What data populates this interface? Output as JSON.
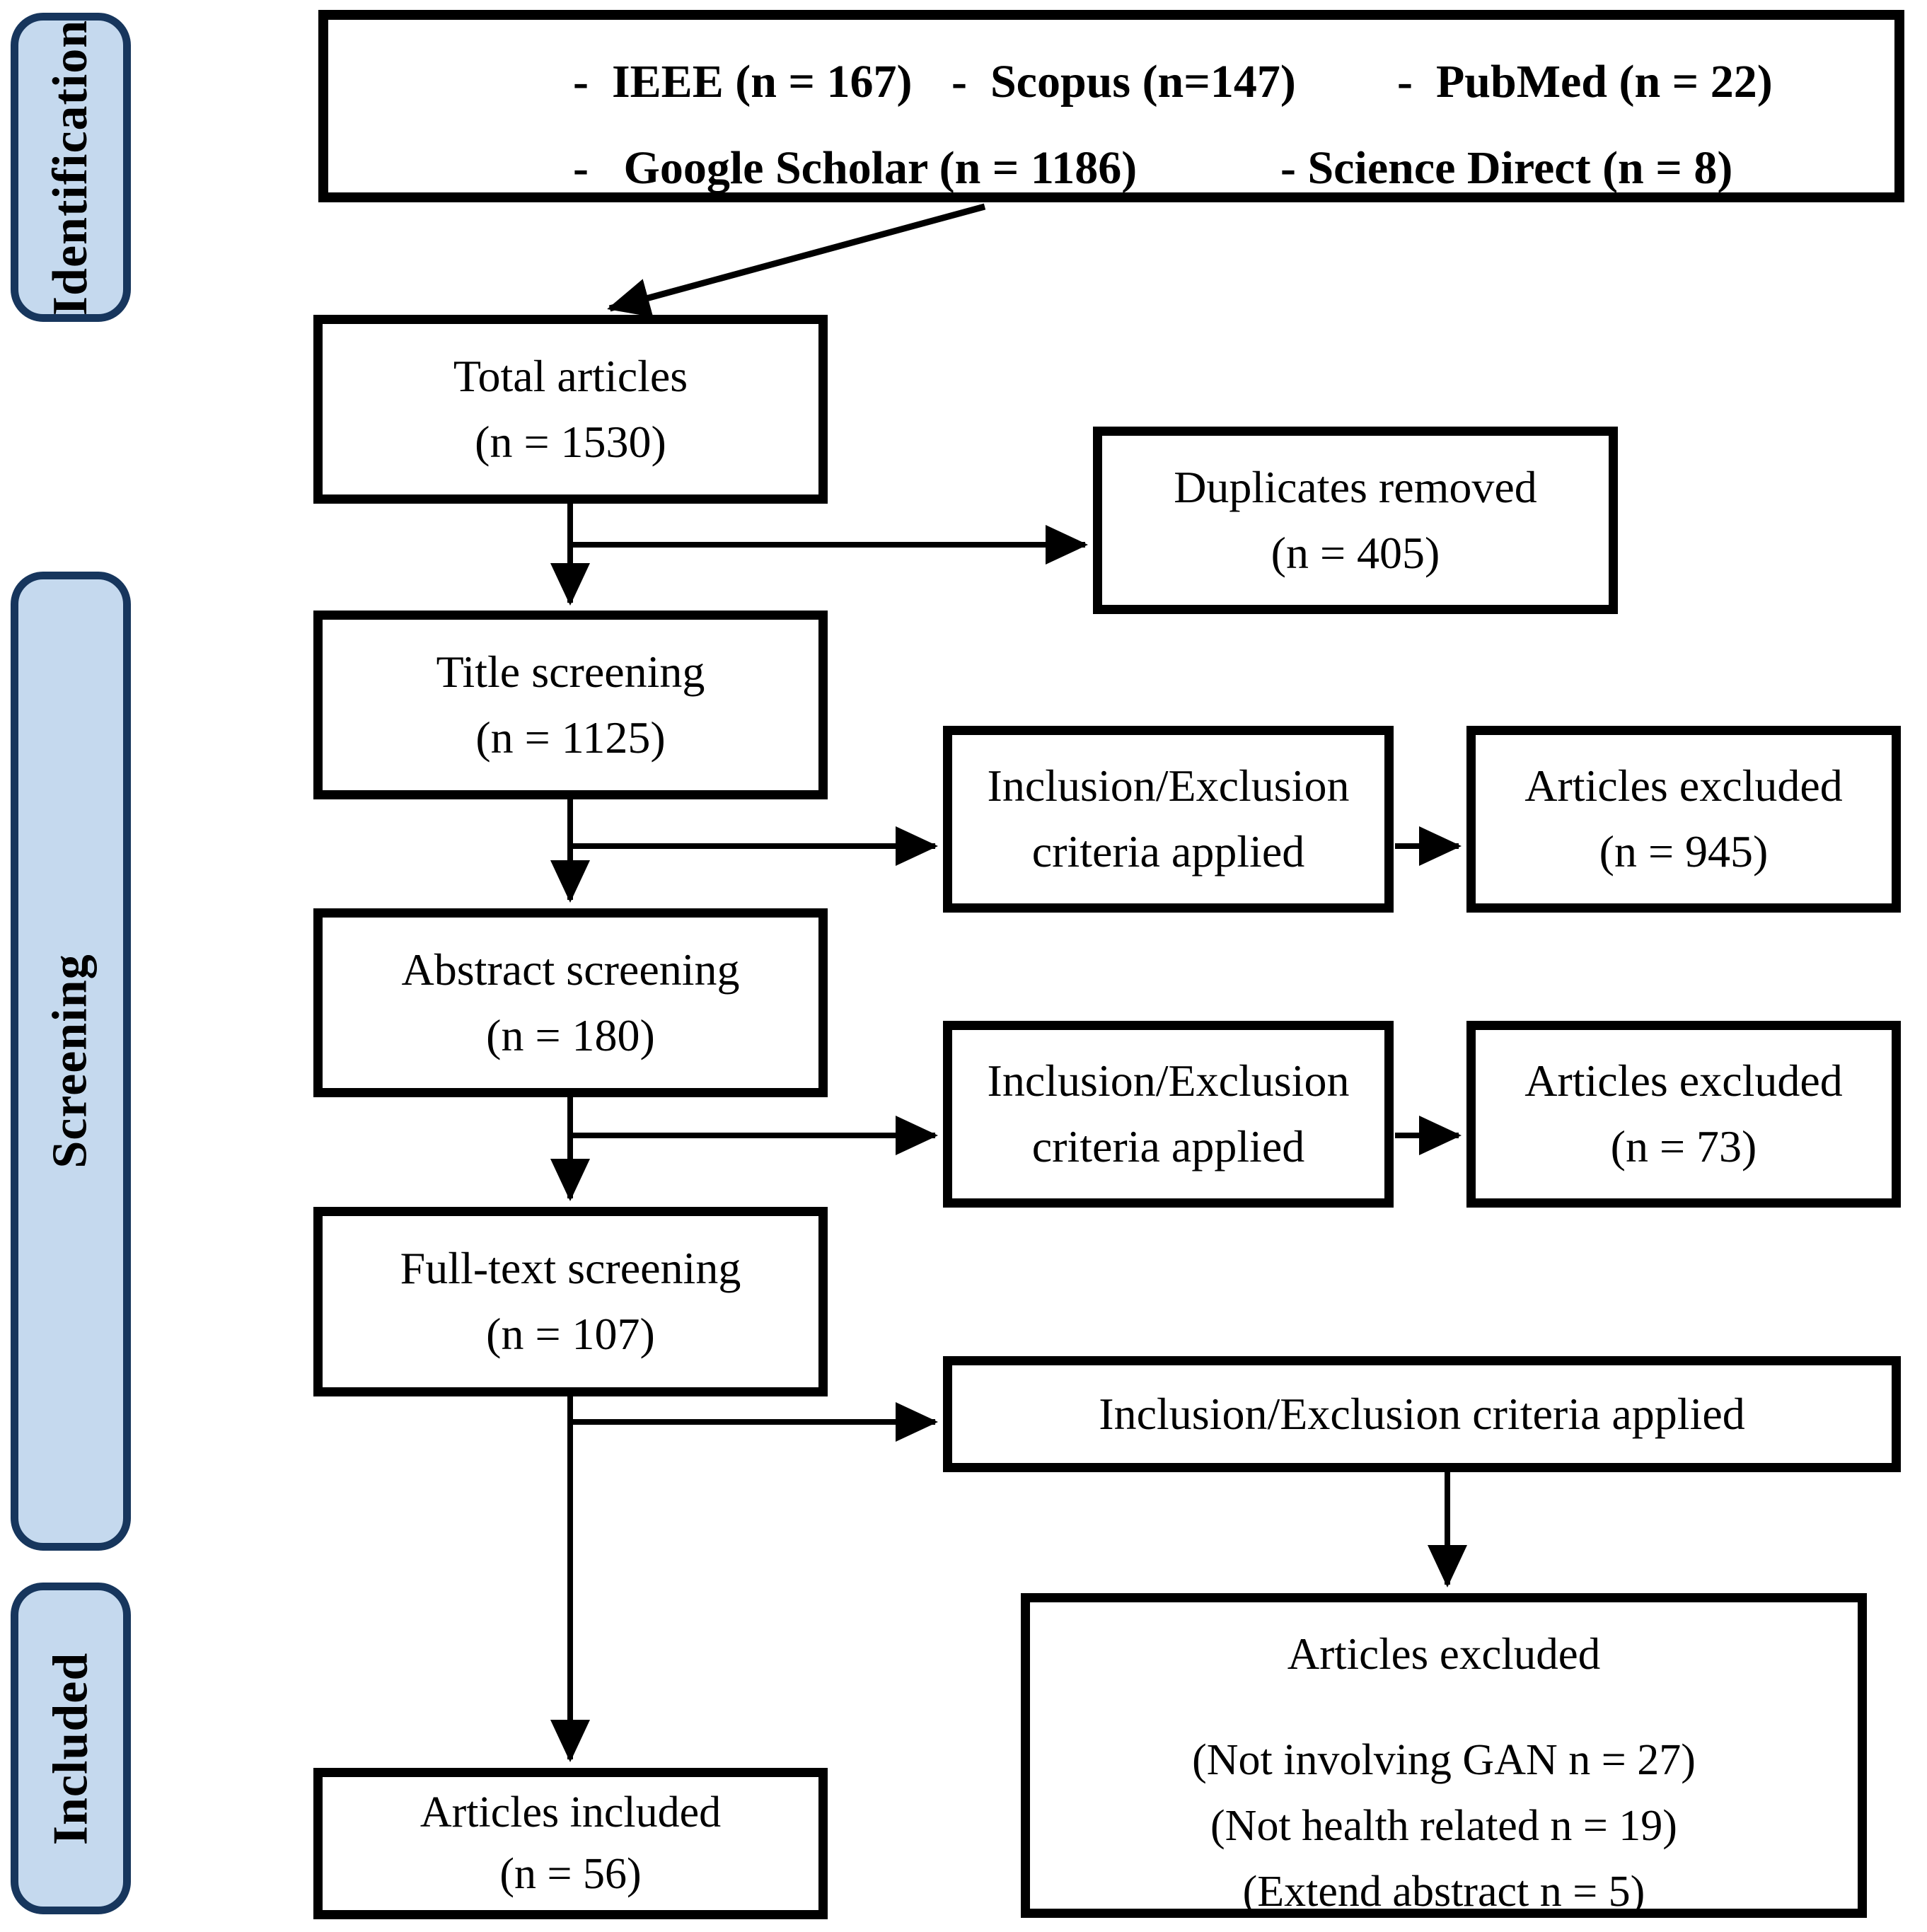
{
  "stages": [
    {
      "label": "Identification"
    },
    {
      "label": "Screening"
    },
    {
      "label": "Included"
    }
  ],
  "sources": {
    "row1": [
      "-  IEEE (n = 167)",
      "-  Scopus (n=147)",
      "-  PubMed (n = 22)"
    ],
    "row2": [
      "-   Google Scholar (n = 1186)",
      "- Science Direct (n = 8)"
    ]
  },
  "nodes": {
    "total": {
      "title": "Total articles",
      "count": "(n = 1530)"
    },
    "duplicates": {
      "title": "Duplicates removed",
      "count": "(n = 405)"
    },
    "title_screening": {
      "title": "Title screening",
      "count": "(n = 1125)"
    },
    "criteria1": {
      "line1": "Inclusion/Exclusion",
      "line2": "criteria applied"
    },
    "excluded_title": {
      "title": "Articles excluded",
      "count": "(n = 945)"
    },
    "abstract_screening": {
      "title": "Abstract screening",
      "count": "(n = 180)"
    },
    "criteria2": {
      "line1": "Inclusion/Exclusion",
      "line2": "criteria applied"
    },
    "excluded_abstract": {
      "title": "Articles excluded",
      "count": "(n = 73)"
    },
    "fulltext_screening": {
      "title": "Full-text screening",
      "count": "(n = 107)"
    },
    "criteria3": {
      "label": "Inclusion/Exclusion criteria applied"
    },
    "excluded_fulltext": {
      "title": "Articles excluded",
      "reasons": [
        "(Not involving GAN n = 27)",
        "(Not health related n = 19)",
        "(Extend abstract n = 5)"
      ]
    },
    "included": {
      "title": "Articles included",
      "count": "(n = 56)"
    }
  },
  "colors": {
    "stage_fill": "#c5d9ee",
    "stage_border": "#17365d",
    "box_border": "#000000",
    "text": "#000000",
    "background": "#ffffff"
  }
}
